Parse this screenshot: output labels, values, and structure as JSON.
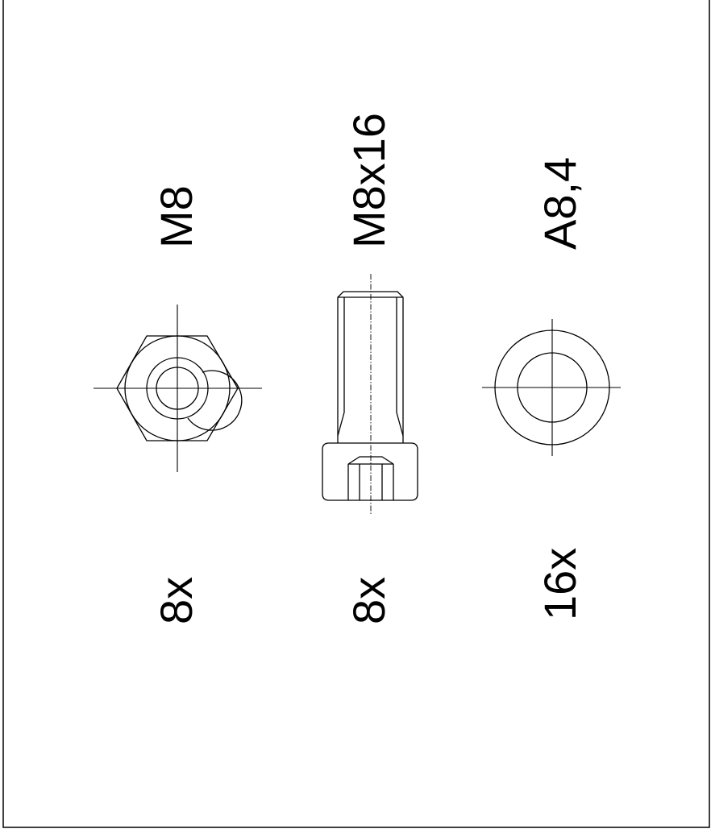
{
  "parts": [
    {
      "id": "nut",
      "name_label": "M8",
      "qty_label": "8x"
    },
    {
      "id": "bolt",
      "name_label": "M8x16",
      "qty_label": "8x"
    },
    {
      "id": "washer",
      "name_label": "A8,4",
      "qty_label": "16x"
    }
  ],
  "colors": {
    "line": "#000000",
    "background": "#ffffff"
  },
  "icons": {
    "nut": "hex-nut-icon",
    "bolt": "socket-head-bolt-icon",
    "washer": "washer-icon"
  }
}
